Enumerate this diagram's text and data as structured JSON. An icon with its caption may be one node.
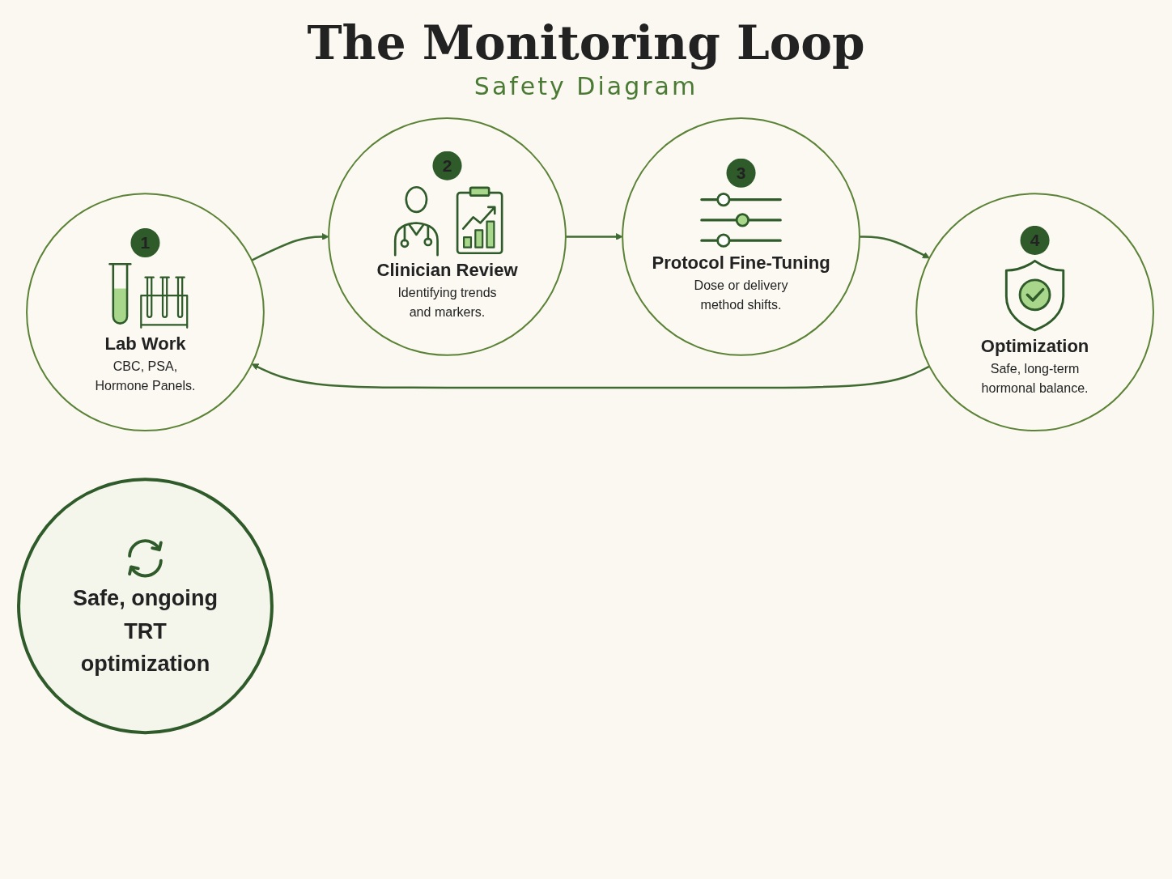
{
  "diagram": {
    "title": "The Monitoring Loop",
    "nodes": [
      {
        "text": [
          "1",
          "Lab Work",
          "CBC, PSA, Hormone Panels."
        ]
      },
      {
        "text": [
          "2",
          "Clinician Review",
          "Identifying trends and markers."
        ]
      },
      {
        "text": [
          "3",
          "Protocol Fine-Tuning",
          "Dose or delivery method shifts."
        ]
      },
      {
        "text": [
          "4",
          "Optimization",
          "Safe, long-term hormonal balance."
        ]
      },
      {
        "text": [
          "Safe, ongoing TRT optimization"
        ]
      }
    ],
    "edges": [
      {
        "from": 0,
        "to": 1,
        "arrow": "to"
      },
      {
        "from": 1,
        "to": 2,
        "arrow": "to"
      },
      {
        "from": 2,
        "to": 3,
        "arrow": "to"
      },
      {
        "from": 3,
        "to": 0,
        "arrow": "to"
      }
    ],
    "labels": [
      "Safety Diagram"
    ]
  }
}
